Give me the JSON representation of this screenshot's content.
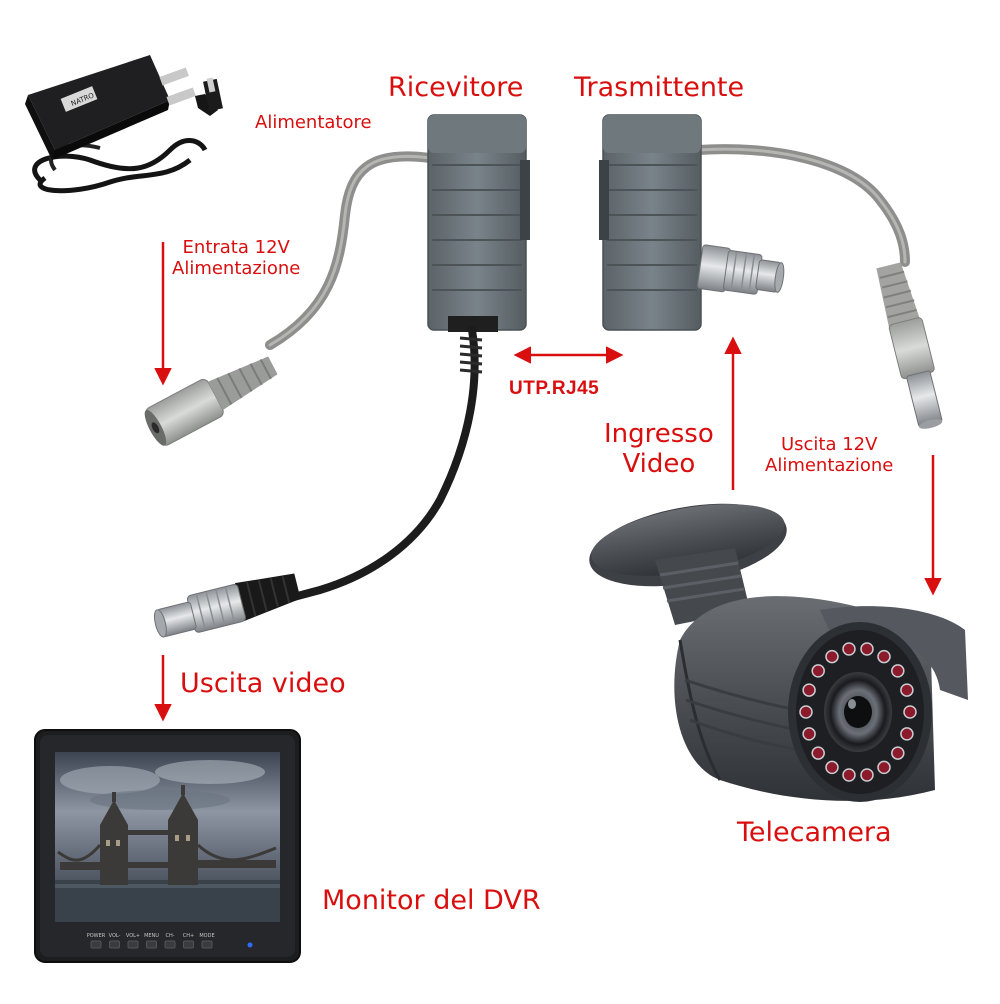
{
  "labels": {
    "ricevitore": "Ricevitore",
    "trasmittente": "Trasmittente",
    "alimentatore": "Alimentatore",
    "entrata_line1": "Entrata 12V",
    "entrata_line2": "Alimentazione",
    "utp": "UTP.RJ45",
    "ingresso_line1": "Ingresso",
    "ingresso_line2": "Video",
    "uscita12_line1": "Uscita 12V",
    "uscita12_line2": "Alimentazione",
    "uscita_video": "Uscita video",
    "telecamera": "Telecamera",
    "monitor": "Monitor del DVR"
  },
  "monitor_buttons": [
    "POWER",
    "VOL-",
    "VOL+",
    "MENU",
    "CH-",
    "CH+",
    "MODE"
  ],
  "adapter_brand": "NATRO",
  "colors": {
    "label_red": "#d90f0f",
    "device_grey": "#6a7377",
    "cable_grey": "#9a9a98",
    "cable_black": "#1c1c1c",
    "camera_dark": "#4a4d52",
    "bnc_silver": "#b9bcbf",
    "led_red": "#8b1a2a"
  },
  "icons": {
    "power_adapter": "power-adapter-icon",
    "receiver": "balun-receiver-icon",
    "transmitter": "balun-transmitter-icon",
    "camera": "cctv-camera-icon",
    "monitor": "monitor-icon",
    "bnc": "bnc-connector-icon",
    "dc_jack": "dc-jack-icon"
  }
}
